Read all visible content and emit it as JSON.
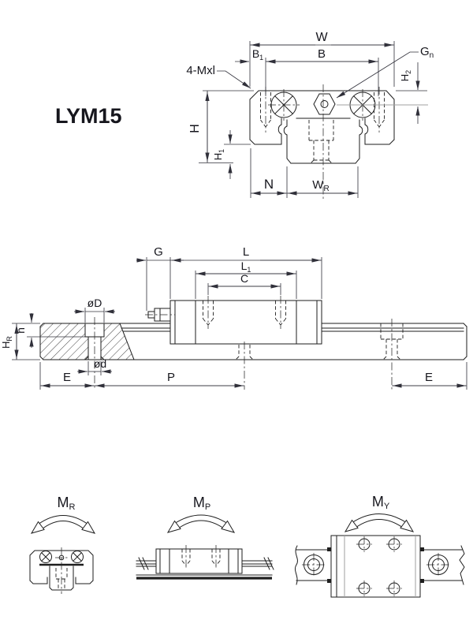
{
  "model": {
    "label": "LYM15",
    "color": "#ee0000"
  },
  "front_view": {
    "w": "W",
    "b1": {
      "base": "B",
      "sub": "1"
    },
    "b": "B",
    "gn": {
      "base": "G",
      "sub": "n"
    },
    "mounting_holes": "4-Mxl",
    "h": "H",
    "h1": {
      "base": "H",
      "sub": "1"
    },
    "h2": {
      "base": "H",
      "sub": "2"
    },
    "n": "N",
    "wr": {
      "base": "W",
      "sub": "R"
    }
  },
  "side_view": {
    "g": "G",
    "l": "L",
    "l1": {
      "base": "L",
      "sub": "1"
    },
    "c": "C",
    "counterbore_dia": "øD",
    "hole_dia": "ød",
    "counterbore_depth": "h",
    "rail_height": {
      "base": "H",
      "sub": "R"
    },
    "e_left": "E",
    "p": "P",
    "e_right": "E"
  },
  "moment_diagrams": {
    "roll": {
      "base": "M",
      "sub": "R"
    },
    "pitch": {
      "base": "M",
      "sub": "P"
    },
    "yaw": {
      "base": "M",
      "sub": "Y"
    }
  },
  "colors": {
    "accent": "#ee0000",
    "line": "#1e1e1e",
    "dim": "#30303a",
    "gray_line": "#a0a0a0"
  }
}
